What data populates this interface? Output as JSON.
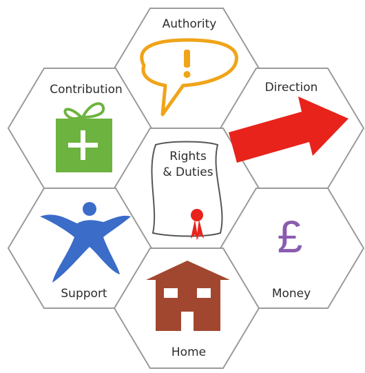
{
  "cells": {
    "authority": {
      "label": "Authority",
      "icon": "speech-bubble-exclamation-icon",
      "color": "#F0A418"
    },
    "contribution": {
      "label": "Contribution",
      "icon": "gift-box-plus-icon",
      "color": "#6DB33F"
    },
    "direction": {
      "label": "Direction",
      "icon": "arrow-right-icon",
      "color": "#E8231B"
    },
    "rights": {
      "label_line1": "Rights",
      "label_line2": "& Duties",
      "icon": "scroll-with-seal-icon",
      "color": "#E8231B"
    },
    "support": {
      "label": "Support",
      "icon": "person-arms-raised-icon",
      "color": "#3A6CC8"
    },
    "money": {
      "label": "Money",
      "icon": "pound-sign-icon",
      "glyph": "£",
      "color": "#8A5CAE"
    },
    "home": {
      "label": "Home",
      "icon": "house-icon",
      "color": "#A2472F"
    }
  }
}
